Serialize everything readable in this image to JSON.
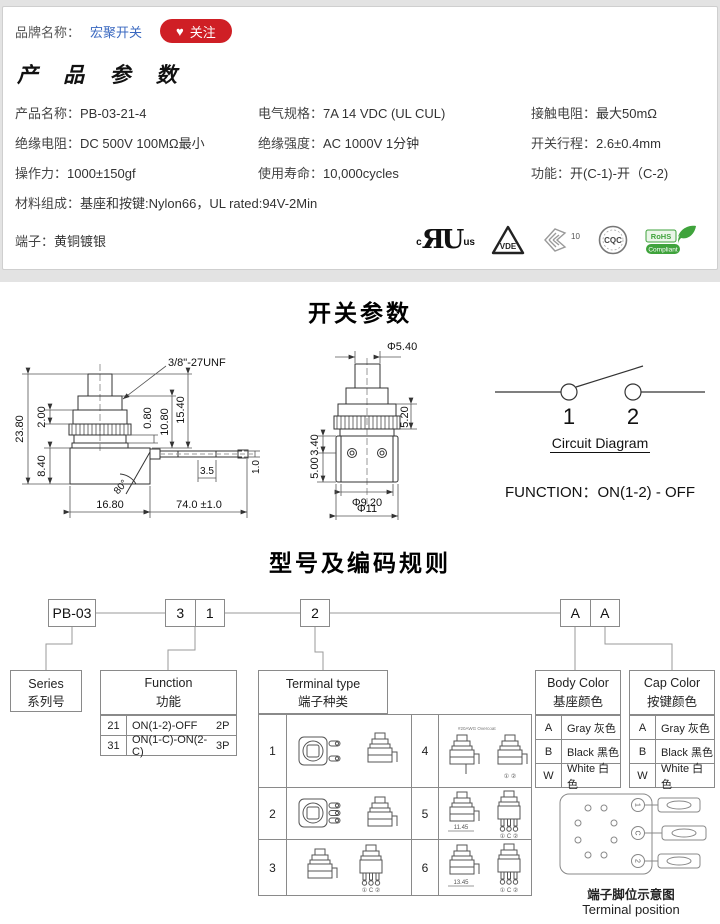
{
  "header": {
    "brand_label": "品牌名称：",
    "brand_name": "宏聚开关",
    "heart_icon": "♥",
    "follow_label": "关注",
    "accent_red": "#cf1f25",
    "link_blue": "#3a68c0"
  },
  "product_params": {
    "title": "产 品 参 数",
    "items": [
      {
        "label": "产品名称：",
        "value": "PB-03-21-4"
      },
      {
        "label": "电气规格：",
        "value": "7A 14 VDC (UL CUL)"
      },
      {
        "label": "接触电阻：",
        "value": "最大50mΩ"
      },
      {
        "label": "绝缘电阻：",
        "value": "DC 500V 100MΩ最小"
      },
      {
        "label": "绝缘强度：",
        "value": "AC 1000V 1分钟"
      },
      {
        "label": "开关行程：",
        "value": "2.6±0.4mm"
      },
      {
        "label": "操作力：",
        "value": "1000±150gf"
      },
      {
        "label": "使用寿命：",
        "value": "10,000cycles"
      },
      {
        "label": "功能：",
        "value": "开(C-1)-开（C-2)"
      },
      {
        "label": "材料组成：",
        "value": "基座和按键:Nylon66，UL rated:94V-2Min"
      },
      {
        "label": "端子：",
        "value": "黄铜镀银"
      }
    ],
    "certs": {
      "ul_c": "c",
      "ul_mark": "ЯU",
      "ul_us": "us",
      "vde": "VDE",
      "k_num": "10",
      "cqc": "CQC",
      "rohs_line1": "RoHS",
      "rohs_line2": "Compliant"
    }
  },
  "switch_params": {
    "title": "开关参数",
    "side_view": {
      "thread": "3/8\"-27UNF",
      "dim_total_h": "23.80",
      "dim_200": "2.00",
      "dim_840": "8.40",
      "dim_080": "0.80",
      "dim_1080": "10.80",
      "dim_1540": "15.40",
      "dim_35": "3.5",
      "dim_10": "1.0",
      "angle": "80°",
      "dim_1680": "16.80",
      "dim_wire": "74.0 ±1.0"
    },
    "front_view": {
      "dim_top": "Φ5.40",
      "dim_520": "5.20",
      "dim_340": "3.40",
      "dim_500": "5.00",
      "dim_920": "Φ9.20",
      "dim_11": "Φ11"
    },
    "circuit": {
      "t1": "1",
      "t2": "2",
      "caption": "Circuit Diagram",
      "function_text": "FUNCTION：ON(1-2) - OFF"
    }
  },
  "coding": {
    "title": "型号及编码规则",
    "code": {
      "series": "PB-03",
      "f1": "3",
      "f2": "1",
      "terminal": "2",
      "body": "A",
      "cap": "A"
    },
    "series_box": {
      "en": "Series",
      "cn": "系列号"
    },
    "function_box": {
      "en": "Function",
      "cn": "功能",
      "rows": [
        {
          "code": "21",
          "desc": "ON(1-2)-OFF",
          "poles": "2P"
        },
        {
          "code": "31",
          "desc": "ON(1-C)-ON(2-C)",
          "poles": "3P"
        }
      ]
    },
    "terminal_box": {
      "en": "Terminal type",
      "cn": "端子种类",
      "cells": [
        "1",
        "2",
        "3",
        "4",
        "5",
        "6"
      ],
      "awg_note": "#20AWG Overcoat",
      "dim_5": "11.45",
      "dim_6": "13.45",
      "pins_2": "① ②",
      "pins_3": "① C ②"
    },
    "body_color": {
      "en": "Body Color",
      "cn": "基座颜色",
      "rows": [
        {
          "code": "A",
          "desc": "Gray 灰色"
        },
        {
          "code": "B",
          "desc": "Black 黑色"
        },
        {
          "code": "W",
          "desc": "White 白色"
        }
      ]
    },
    "cap_color": {
      "en": "Cap Color",
      "cn": "按键颜色",
      "rows": [
        {
          "code": "A",
          "desc": "Gray 灰色"
        },
        {
          "code": "B",
          "desc": "Black 黑色"
        },
        {
          "code": "W",
          "desc": "White 白色"
        }
      ]
    },
    "terminal_position": {
      "cn": "端子脚位示意图",
      "en": "Terminal position",
      "pin1": "1",
      "pinc": "C",
      "pin2": "2"
    }
  }
}
